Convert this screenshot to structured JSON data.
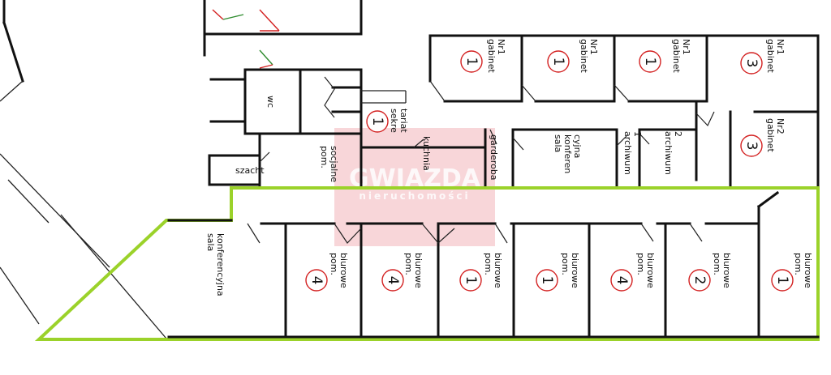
{
  "watermark": {
    "brand": "GWIAZDA",
    "tagline": "nieruchomości",
    "color": "#f6c8cc"
  },
  "colors": {
    "highlight": "#9bd22a",
    "number_ring": "#d32020",
    "door_green": "#2e8b2e",
    "door_red": "#d32020"
  },
  "rooms": [
    {
      "label": "gabinet Nr1",
      "number": "1"
    },
    {
      "label": "gabinet Nr1",
      "number": "1"
    },
    {
      "label": "gabinet Nr1",
      "number": "1"
    },
    {
      "label": "gabinet Nr1",
      "number": "3"
    },
    {
      "label": "gabinet Nr2",
      "number": "3"
    },
    {
      "label": "sekre tariat",
      "number": "1"
    },
    {
      "label": "wc",
      "number": ""
    },
    {
      "label": "pom. socjalne",
      "number": ""
    },
    {
      "label": "szacht",
      "number": ""
    },
    {
      "label": "kuchnia",
      "number": ""
    },
    {
      "label": "garderoba",
      "number": ""
    },
    {
      "label": "sala konferen cyjna",
      "number": ""
    },
    {
      "label": "archiwum 1",
      "number": ""
    },
    {
      "label": "archiwum 2",
      "number": ""
    },
    {
      "label": "sala konferencyjna",
      "number": ""
    },
    {
      "label": "pom. biurowe",
      "number": "4"
    },
    {
      "label": "pom. biurowe",
      "number": "4"
    },
    {
      "label": "pom. biurowe",
      "number": "1"
    },
    {
      "label": "pom. biurowe",
      "number": "1"
    },
    {
      "label": "pom. biurowe",
      "number": "4"
    },
    {
      "label": "pom. biurowe",
      "number": "2"
    },
    {
      "label": "pom. biurowe",
      "number": "1"
    }
  ]
}
